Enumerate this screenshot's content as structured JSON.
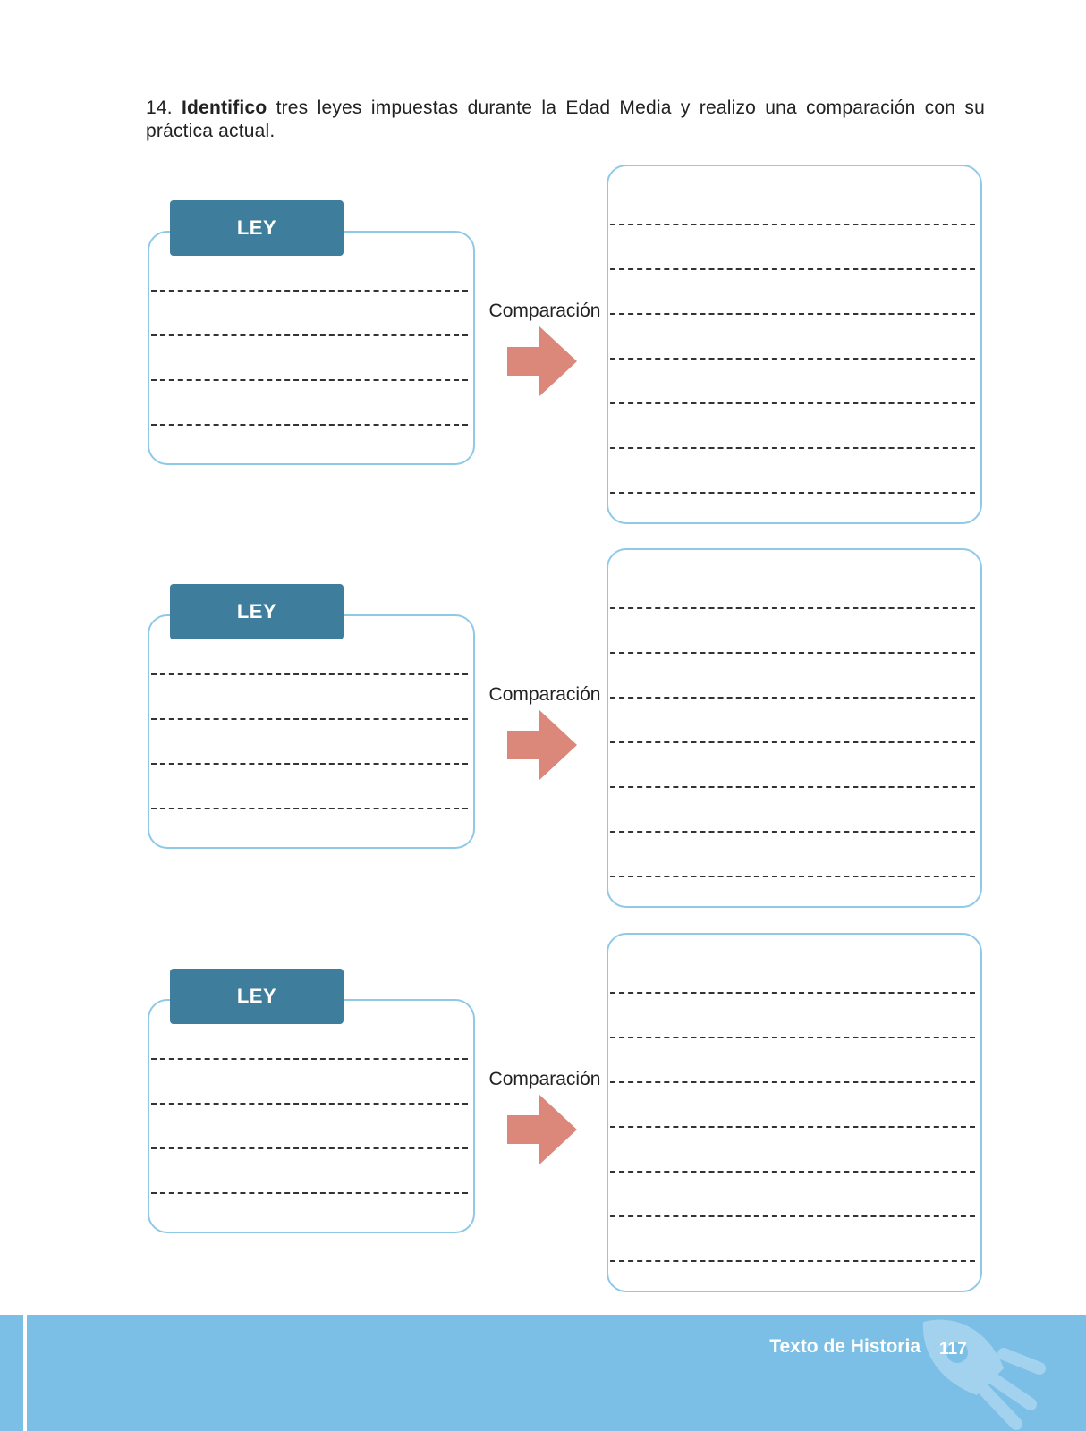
{
  "instruction": {
    "number": "14.",
    "bold_word": "Identifico",
    "rest": " tres leyes impuestas durante la Edad Media y realizo una comparación con su práctica actual."
  },
  "rows": [
    {
      "tab_label": "LEY",
      "comparison_label": "Comparación"
    },
    {
      "tab_label": "LEY",
      "comparison_label": "Comparación"
    },
    {
      "tab_label": "LEY",
      "comparison_label": "Comparación"
    }
  ],
  "footer": {
    "title": "Texto de Historia",
    "page_number": "117"
  },
  "colors": {
    "tab": "#3e7d9c",
    "box_border": "#8ec9e8",
    "arrow": "#db877a",
    "footer": "#7bbfe6"
  },
  "icons": {
    "arrow": "right-arrow-icon",
    "footer_decoration": "rocket-icon"
  }
}
